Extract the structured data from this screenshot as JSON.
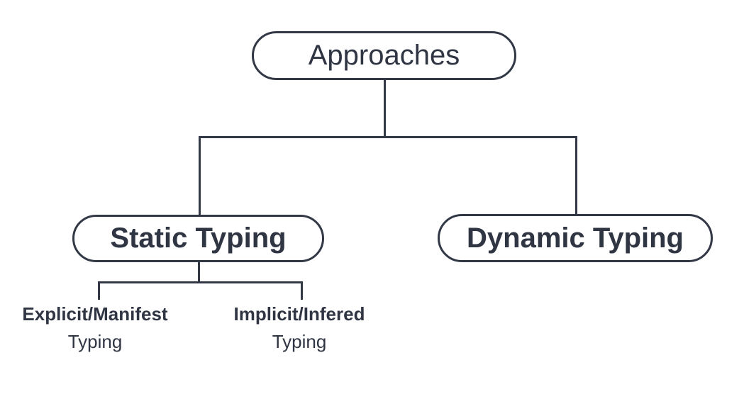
{
  "diagram": {
    "type": "tree",
    "colors": {
      "line": "#323845",
      "text": "#2f3542",
      "node_fill": "#ffffff",
      "background": "#ffffff"
    },
    "nodes": {
      "root": {
        "label": "Approaches"
      },
      "static": {
        "label": "Static Typing"
      },
      "dynamic": {
        "label": "Dynamic Typing"
      },
      "explicit": {
        "line1": "Explicit/Manifest",
        "line2": "Typing"
      },
      "implicit": {
        "line1": "Implicit/Infered",
        "line2": "Typing"
      }
    }
  }
}
